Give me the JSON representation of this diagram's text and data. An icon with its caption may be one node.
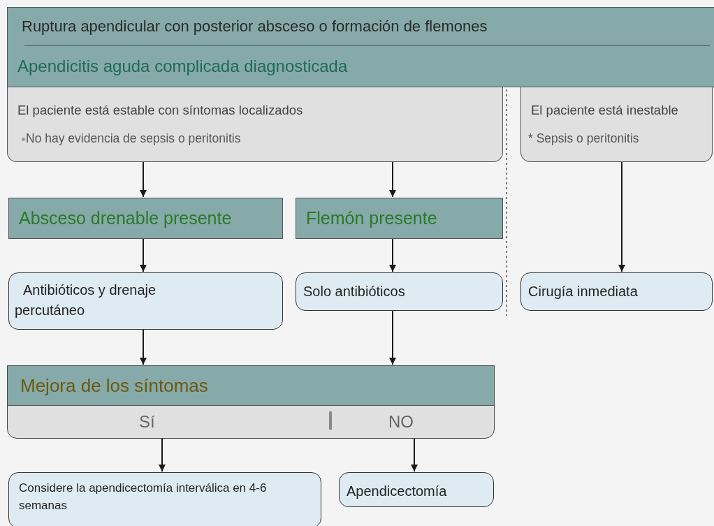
{
  "diagram": {
    "nodes": [
      {
        "text": [
          "Ruptura apendicular con posterior absceso o formación de flemones",
          "Apendicitis aguda complicada diagnosticada"
        ]
      },
      {
        "text": [
          "El paciente está estable con síntomas localizados",
          "No hay evidencia de sepsis o peritonitis"
        ]
      },
      {
        "text": [
          "El paciente está inestable",
          "* Sepsis o peritonitis"
        ]
      },
      {
        "text": [
          "Absceso drenable presente"
        ]
      },
      {
        "text": [
          "Flemón presente"
        ]
      },
      {
        "text": [
          "Antibióticos y drenaje percutáneo"
        ]
      },
      {
        "text": [
          "Solo antibióticos"
        ]
      },
      {
        "text": [
          "Cirugía inmediata"
        ]
      },
      {
        "text": [
          "Mejora de los síntomas",
          "Sí",
          "NO"
        ]
      },
      {
        "text": [
          "Considere la apendicectomía interválica en 4-6 semanas"
        ]
      },
      {
        "text": [
          "Apendicectomía"
        ]
      }
    ],
    "edges": [
      {
        "from": 1,
        "to": 3,
        "arrow": "to"
      },
      {
        "from": 1,
        "to": 4,
        "arrow": "to"
      },
      {
        "from": 2,
        "to": 7,
        "arrow": "to"
      },
      {
        "from": 3,
        "to": 5,
        "arrow": "to"
      },
      {
        "from": 4,
        "to": 6,
        "arrow": "to"
      },
      {
        "from": 5,
        "to": 8,
        "arrow": "to"
      },
      {
        "from": 6,
        "to": 8,
        "arrow": "to"
      },
      {
        "from": 8,
        "to": 9,
        "arrow": "to"
      },
      {
        "from": 8,
        "to": 10,
        "arrow": "to"
      }
    ]
  }
}
